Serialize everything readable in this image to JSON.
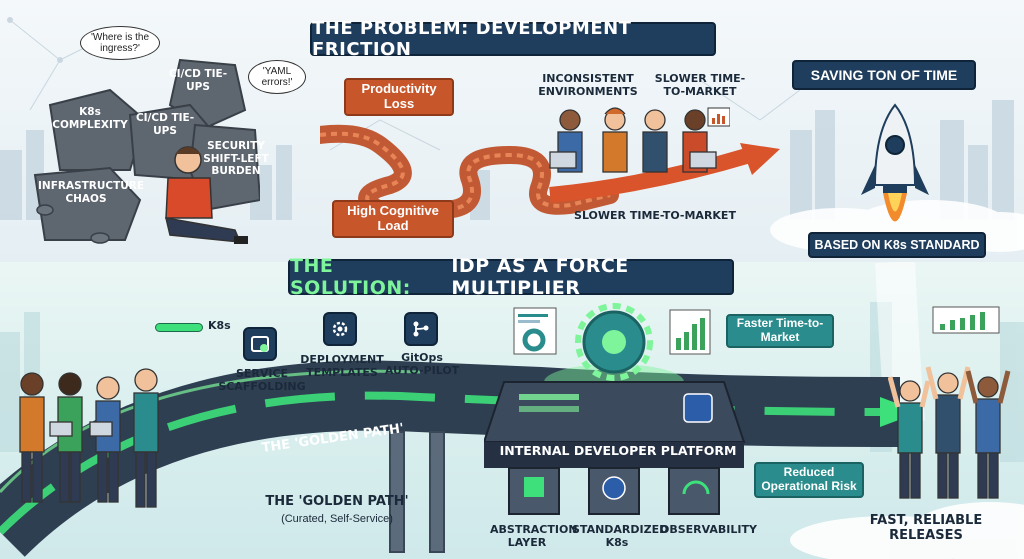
{
  "problem": {
    "title": "THE PROBLEM: DEVELOPMENT FRICTION",
    "bubbles": [
      "'Where is the ingress?'",
      "'YAML errors!'"
    ],
    "rocks": [
      "CI/CD TIE-UPS",
      "K8s COMPLEXITY",
      "CI/CD TIE-UPS",
      "SECURITY SHIFT-LEFT BURDEN",
      "INFRASTRUCTURE CHAOS"
    ],
    "productivity_loss": "Productivity Loss",
    "high_cognitive_load": "High Cognitive Load",
    "inconsistent_env": "INCONSISTENT ENVIRONMENTS",
    "slower_ttm_top": "SLOWER TIME-TO-MARKET",
    "slower_ttm_bottom": "SLOWER TIME-TO-MARKET"
  },
  "rocket": {
    "saving_time": "SAVING TON OF TIME",
    "based_on": "BASED ON K8s STANDARD"
  },
  "solution": {
    "title_highlight": "THE SOLUTION:",
    "title_rest": "IDP AS A FORCE MULTIPLIER",
    "k8s_tag": "K8s",
    "service_scaffolding": "SERVICE SCAFFOLDING",
    "deployment_templates": "DEPLOYMENT TEMPLATES",
    "gitops": "GitOps AUTO-PILOT",
    "golden_path_road": "THE 'GOLDEN PATH'",
    "golden_path_title": "THE 'GOLDEN PATH'",
    "golden_path_sub": "(Curated, Self-Service)",
    "idp": "INTERNAL DEVELOPER PLATFORM",
    "abstraction_layer": "ABSTRACTION LAYER",
    "standardized_k8s": "STANDARDIZED K8s",
    "observability": "OBSERVABILITY",
    "faster_ttm": "Faster Time-to-Market",
    "reduced_risk": "Reduced Operational Risk",
    "fast_releases": "FAST, RELIABLE RELEASES"
  },
  "colors": {
    "navy": "#1f3d5c",
    "orange": "#c8562b",
    "teal": "#2a8c8c",
    "green_glow": "#7ef59a"
  }
}
